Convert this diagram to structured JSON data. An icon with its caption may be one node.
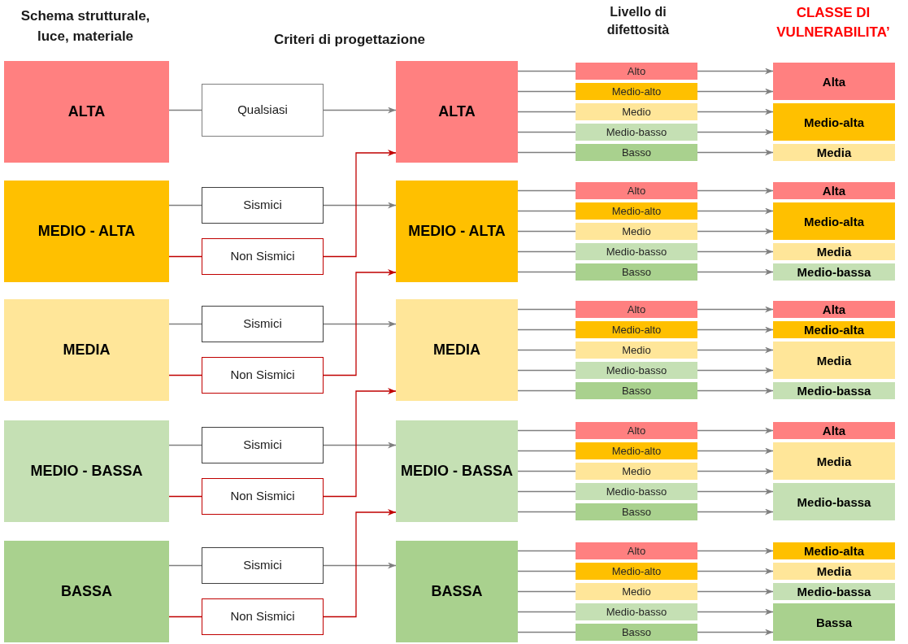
{
  "diagram": {
    "nodes": [
      {
        "text": [
          "ALTA"
        ]
      },
      {
        "text": [
          "MEDIO - ALTA"
        ]
      },
      {
        "text": [
          "MEDIA"
        ]
      },
      {
        "text": [
          "MEDIO - BASSA"
        ]
      },
      {
        "text": [
          "BASSA"
        ]
      },
      {
        "text": [
          "Qualsiasi"
        ]
      },
      {
        "text": [
          "Sismici"
        ]
      },
      {
        "text": [
          "Non Sismici"
        ]
      },
      {
        "text": [
          "Sismici"
        ]
      },
      {
        "text": [
          "Non Sismici"
        ]
      },
      {
        "text": [
          "Sismici"
        ]
      },
      {
        "text": [
          "Non Sismici"
        ]
      },
      {
        "text": [
          "Sismici"
        ]
      },
      {
        "text": [
          "Non Sismici"
        ]
      },
      {
        "text": [
          "ALTA"
        ]
      },
      {
        "text": [
          "MEDIO - ALTA"
        ]
      },
      {
        "text": [
          "MEDIA"
        ]
      },
      {
        "text": [
          "MEDIO - BASSA"
        ]
      },
      {
        "text": [
          "BASSA"
        ]
      },
      {
        "text": [
          "Alto"
        ]
      },
      {
        "text": [
          "Medio-alto"
        ]
      },
      {
        "text": [
          "Medio"
        ]
      },
      {
        "text": [
          "Medio-basso"
        ]
      },
      {
        "text": [
          "Basso"
        ]
      },
      {
        "text": [
          "Alto"
        ]
      },
      {
        "text": [
          "Medio-alto"
        ]
      },
      {
        "text": [
          "Medio"
        ]
      },
      {
        "text": [
          "Medio-basso"
        ]
      },
      {
        "text": [
          "Basso"
        ]
      },
      {
        "text": [
          "Alto"
        ]
      },
      {
        "text": [
          "Medio-alto"
        ]
      },
      {
        "text": [
          "Medio"
        ]
      },
      {
        "text": [
          "Medio-basso"
        ]
      },
      {
        "text": [
          "Basso"
        ]
      },
      {
        "text": [
          "Alto"
        ]
      },
      {
        "text": [
          "Medio-alto"
        ]
      },
      {
        "text": [
          "Medio"
        ]
      },
      {
        "text": [
          "Medio-basso"
        ]
      },
      {
        "text": [
          "Basso"
        ]
      },
      {
        "text": [
          "Alto"
        ]
      },
      {
        "text": [
          "Medio-alto"
        ]
      },
      {
        "text": [
          "Medio"
        ]
      },
      {
        "text": [
          "Medio-basso"
        ]
      },
      {
        "text": [
          "Basso"
        ]
      },
      {
        "text": [
          "Alta"
        ]
      },
      {
        "text": [
          "Medio-alta"
        ]
      },
      {
        "text": [
          "Media"
        ]
      },
      {
        "text": [
          "Alta"
        ]
      },
      {
        "text": [
          "Medio-alta"
        ]
      },
      {
        "text": [
          "Media"
        ]
      },
      {
        "text": [
          "Medio-bassa"
        ]
      },
      {
        "text": [
          "Alta"
        ]
      },
      {
        "text": [
          "Medio-alta"
        ]
      },
      {
        "text": [
          "Media"
        ]
      },
      {
        "text": [
          "Medio-bassa"
        ]
      },
      {
        "text": [
          "Alta"
        ]
      },
      {
        "text": [
          "Media"
        ]
      },
      {
        "text": [
          "Medio-bassa"
        ]
      },
      {
        "text": [
          "Medio-alta"
        ]
      },
      {
        "text": [
          "Media"
        ]
      },
      {
        "text": [
          "Medio-bassa"
        ]
      },
      {
        "text": [
          "Bassa"
        ]
      }
    ],
    "edges": [
      {
        "from": 0,
        "to": 5,
        "arrow": "none"
      },
      {
        "from": 1,
        "to": 6,
        "arrow": "none"
      },
      {
        "from": 1,
        "to": 7,
        "arrow": "none",
        "color": "#c00000"
      },
      {
        "from": 2,
        "to": 8,
        "arrow": "none"
      },
      {
        "from": 2,
        "to": 9,
        "arrow": "none",
        "color": "#c00000"
      },
      {
        "from": 3,
        "to": 10,
        "arrow": "none"
      },
      {
        "from": 3,
        "to": 11,
        "arrow": "none",
        "color": "#c00000"
      },
      {
        "from": 4,
        "to": 12,
        "arrow": "none"
      },
      {
        "from": 4,
        "to": 13,
        "arrow": "none",
        "color": "#c00000"
      },
      {
        "from": 5,
        "to": 14,
        "arrow": "to"
      },
      {
        "from": 6,
        "to": 15,
        "arrow": "to"
      },
      {
        "from": 7,
        "to": 14,
        "arrow": "to",
        "color": "#c00000"
      },
      {
        "from": 8,
        "to": 16,
        "arrow": "to"
      },
      {
        "from": 9,
        "to": 15,
        "arrow": "to",
        "color": "#c00000"
      },
      {
        "from": 10,
        "to": 17,
        "arrow": "to"
      },
      {
        "from": 11,
        "to": 16,
        "arrow": "to",
        "color": "#c00000"
      },
      {
        "from": 12,
        "to": 18,
        "arrow": "to"
      },
      {
        "from": 13,
        "to": 17,
        "arrow": "to",
        "color": "#c00000"
      },
      {
        "from": 14,
        "to": 19,
        "arrow": "none"
      },
      {
        "from": 14,
        "to": 20,
        "arrow": "none"
      },
      {
        "from": 14,
        "to": 21,
        "arrow": "none"
      },
      {
        "from": 14,
        "to": 22,
        "arrow": "none"
      },
      {
        "from": 14,
        "to": 23,
        "arrow": "none"
      },
      {
        "from": 15,
        "to": 24,
        "arrow": "none"
      },
      {
        "from": 15,
        "to": 25,
        "arrow": "none"
      },
      {
        "from": 15,
        "to": 26,
        "arrow": "none"
      },
      {
        "from": 15,
        "to": 27,
        "arrow": "none"
      },
      {
        "from": 15,
        "to": 28,
        "arrow": "none"
      },
      {
        "from": 16,
        "to": 29,
        "arrow": "none"
      },
      {
        "from": 16,
        "to": 30,
        "arrow": "none"
      },
      {
        "from": 16,
        "to": 31,
        "arrow": "none"
      },
      {
        "from": 16,
        "to": 32,
        "arrow": "none"
      },
      {
        "from": 16,
        "to": 33,
        "arrow": "none"
      },
      {
        "from": 17,
        "to": 34,
        "arrow": "none"
      },
      {
        "from": 17,
        "to": 35,
        "arrow": "none"
      },
      {
        "from": 17,
        "to": 36,
        "arrow": "none"
      },
      {
        "from": 17,
        "to": 37,
        "arrow": "none"
      },
      {
        "from": 17,
        "to": 38,
        "arrow": "none"
      },
      {
        "from": 18,
        "to": 39,
        "arrow": "none"
      },
      {
        "from": 18,
        "to": 40,
        "arrow": "none"
      },
      {
        "from": 18,
        "to": 41,
        "arrow": "none"
      },
      {
        "from": 18,
        "to": 42,
        "arrow": "none"
      },
      {
        "from": 18,
        "to": 43,
        "arrow": "none"
      },
      {
        "from": 19,
        "to": 44,
        "arrow": "to"
      },
      {
        "from": 20,
        "to": 44,
        "arrow": "to"
      },
      {
        "from": 21,
        "to": 45,
        "arrow": "to"
      },
      {
        "from": 22,
        "to": 45,
        "arrow": "to"
      },
      {
        "from": 23,
        "to": 46,
        "arrow": "to"
      },
      {
        "from": 24,
        "to": 47,
        "arrow": "to"
      },
      {
        "from": 25,
        "to": 48,
        "arrow": "to"
      },
      {
        "from": 26,
        "to": 48,
        "arrow": "to"
      },
      {
        "from": 27,
        "to": 49,
        "arrow": "to"
      },
      {
        "from": 28,
        "to": 50,
        "arrow": "to"
      },
      {
        "from": 29,
        "to": 51,
        "arrow": "to"
      },
      {
        "from": 30,
        "to": 52,
        "arrow": "to"
      },
      {
        "from": 31,
        "to": 53,
        "arrow": "to"
      },
      {
        "from": 32,
        "to": 53,
        "arrow": "to"
      },
      {
        "from": 33,
        "to": 54,
        "arrow": "to"
      },
      {
        "from": 34,
        "to": 55,
        "arrow": "to"
      },
      {
        "from": 35,
        "to": 56,
        "arrow": "to"
      },
      {
        "from": 36,
        "to": 56,
        "arrow": "to"
      },
      {
        "from": 37,
        "to": 57,
        "arrow": "to"
      },
      {
        "from": 38,
        "to": 57,
        "arrow": "to"
      },
      {
        "from": 39,
        "to": 58,
        "arrow": "to"
      },
      {
        "from": 40,
        "to": 59,
        "arrow": "to"
      },
      {
        "from": 41,
        "to": 60,
        "arrow": "to"
      },
      {
        "from": 42,
        "to": 61,
        "arrow": "to"
      },
      {
        "from": 43,
        "to": 61,
        "arrow": "to"
      }
    ],
    "labels": [
      "Schema strutturale, luce, materiale",
      "Criteri di progettazione",
      "Livello di difettosità",
      "CLASSE DI VULNERABILITA’"
    ]
  }
}
